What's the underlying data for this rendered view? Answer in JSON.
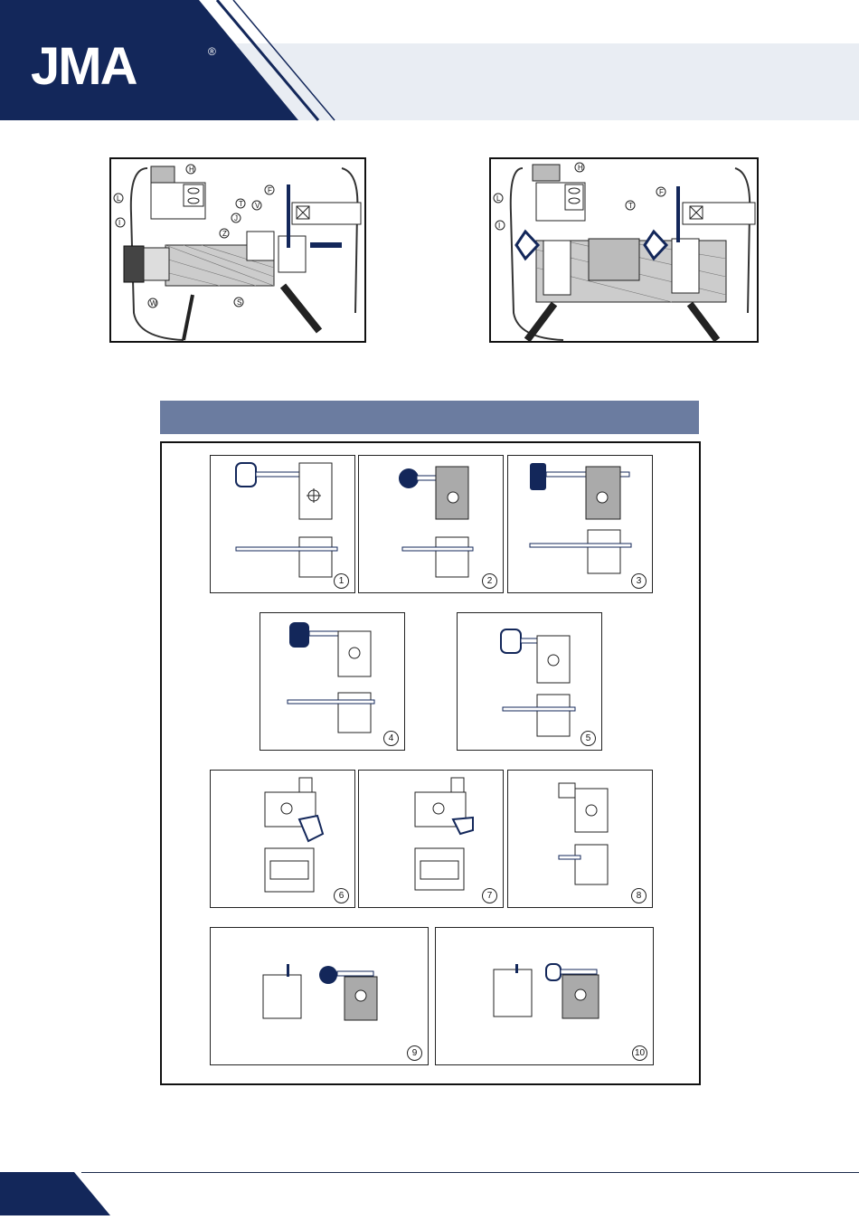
{
  "brand": {
    "name": "JMA",
    "registered": "®",
    "primary": "#13275a",
    "secondary": "#e9edf3"
  },
  "figure_left": {
    "labels": [
      "H",
      "L",
      "T",
      "F",
      "I",
      "J",
      "V",
      "Z",
      "W",
      "S"
    ]
  },
  "figure_right": {
    "labels": [
      "H",
      "L",
      "T",
      "F",
      "I"
    ]
  },
  "section_title": "",
  "panels": [
    {
      "number": "1"
    },
    {
      "number": "2"
    },
    {
      "number": "3"
    },
    {
      "number": "4"
    },
    {
      "number": "5"
    },
    {
      "number": "6"
    },
    {
      "number": "7"
    },
    {
      "number": "8"
    },
    {
      "number": "9"
    },
    {
      "number": "10"
    }
  ]
}
